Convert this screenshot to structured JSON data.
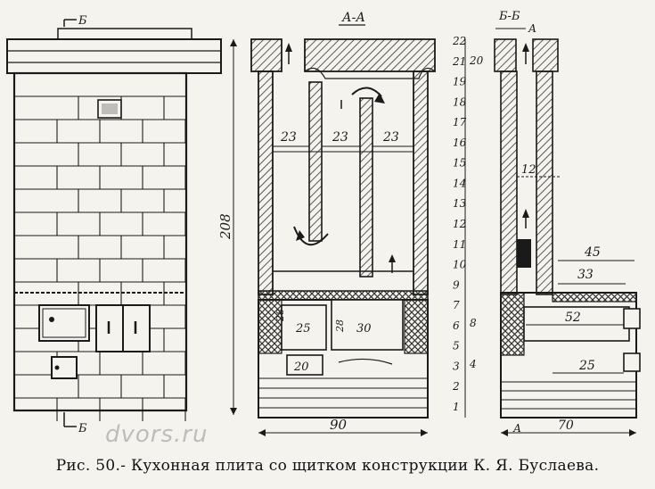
{
  "caption": "Рис. 50.- Кухонная плита со щитком конструкции К. Я. Буслаева.",
  "watermark": "dvors.ru",
  "front_view": {
    "section_mark_top": "Б",
    "section_mark_bottom": "Б"
  },
  "section_aa": {
    "title": "А-А",
    "height": "208",
    "width": "90",
    "channel_widths": [
      "23",
      "23",
      "23"
    ],
    "firebox_height": "28",
    "firebox_width": "25",
    "oven_height": "28",
    "oven_width": "30",
    "ash_pit": "20"
  },
  "section_bb": {
    "title": "Б-Б",
    "arrow_mark": "А",
    "bottom_mark": "А",
    "width": "70",
    "flue_width": "12",
    "shelf_top": "45",
    "shelf_inner": "33",
    "oven_depth": "52",
    "ash_depth": "25",
    "row_numbers_left": [
      "22",
      "21",
      "19",
      "18",
      "17",
      "16",
      "15",
      "14",
      "13",
      "12",
      "11",
      "10",
      "9",
      "7",
      "6",
      "5",
      "3",
      "2",
      "1"
    ],
    "row_numbers_right": [
      "20",
      "8",
      "4"
    ]
  },
  "colors": {
    "ink": "#1a1a1a",
    "paper": "#f4f3ee",
    "hatch": "#333333"
  }
}
